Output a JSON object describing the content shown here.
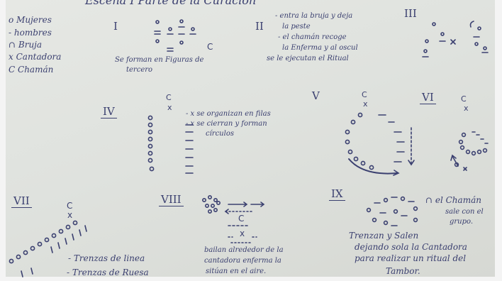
{
  "header": {
    "partial_title": "Escena I  Parte de la Curacion"
  },
  "legend": [
    {
      "symbol": "o",
      "label": "Mujeres"
    },
    {
      "symbol": "-",
      "label": "hombres"
    },
    {
      "symbol": "∩",
      "label": "Bruja"
    },
    {
      "symbol": "x",
      "label": "Cantadora"
    },
    {
      "symbol": "C",
      "label": "Chamán"
    }
  ],
  "scenes": {
    "s1": {
      "numeral": "I",
      "caption_1": "Se forman en Figuras de",
      "caption_2": "tercero",
      "chaman": "C"
    },
    "s2": {
      "numeral": "II",
      "lines": [
        "- entra la bruja y deja",
        "la peste",
        "- el chamán recoge",
        "la Enferma y al oscul",
        "se le ejecutan el Ritual"
      ]
    },
    "s3": {
      "numeral": "III"
    },
    "s4": {
      "numeral": "IV",
      "chaman": "C",
      "cantadora": "x",
      "lines": [
        "- x se organizan en filas",
        "- x se cierran y forman",
        "círculos"
      ]
    },
    "s5": {
      "numeral": "V",
      "chaman": "C",
      "cantadora": "x"
    },
    "s6": {
      "numeral": "VI",
      "chaman": "C",
      "cantadora": "x"
    },
    "s7": {
      "numeral": "VII",
      "chaman": "C",
      "cantadora": "x",
      "lines": [
        "- Trenzas de linea",
        "- Trenzas de Ruesa"
      ]
    },
    "s8": {
      "numeral": "VIII",
      "chaman": "C",
      "cantadora": "x",
      "lines": [
        "bailan alrededor de la",
        "cantadora enferma la",
        "sitúan en el aire."
      ]
    },
    "s9": {
      "numeral": "IX",
      "bruja_note_1": "∩ el Chamán",
      "bruja_note_2": "sale con el",
      "bruja_note_3": "grupo.",
      "lines": [
        "Trenzan y Salen",
        "dejando sola la Cantadora",
        "para realizar un ritual del",
        "Tambor."
      ]
    }
  }
}
